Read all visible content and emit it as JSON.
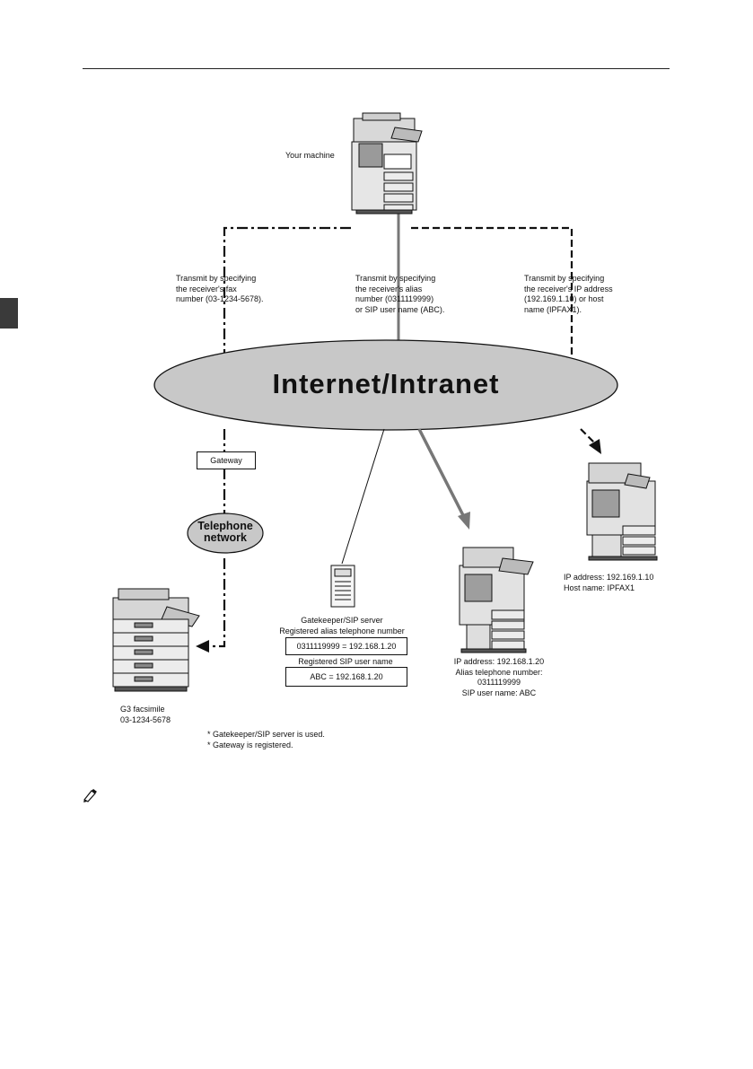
{
  "cloud": {
    "label": "Internet/Intranet",
    "fill": "#c8c8c8"
  },
  "telephone": {
    "label": "Telephone\nnetwork"
  },
  "gateway": {
    "label": "Gateway"
  },
  "your_machine": {
    "label": "Your machine"
  },
  "transmit": {
    "fax": "Transmit by specifying\nthe receiver's fax\nnumber (03-1234-5678).",
    "alias": "Transmit by specifying\nthe receiver's alias\nnumber (0311119999)\nor SIP user name (ABC).",
    "ip": "Transmit by specifying\nthe receiver's IP address\n(192.169.1.10) or host\nname (IPFAX1)."
  },
  "gatekeeper": {
    "title": "Gatekeeper/SIP server\nRegistered alias telephone number",
    "alias_entry": "0311119999 = 192.168.1.20",
    "sip_title": "Registered SIP user name",
    "sip_entry": "ABC = 192.168.1.20"
  },
  "g3": {
    "label": "G3 facsimile\n03-1234-5678"
  },
  "receiver_mid": {
    "label": "IP address: 192.168.1.20\nAlias telephone number:\n0311119999\nSIP user name: ABC"
  },
  "receiver_right": {
    "label": "IP address: 192.169.1.10\nHost name: IPFAX1"
  },
  "notes": {
    "line1": "* Gatekeeper/SIP server is used.",
    "line2": "* Gateway is registered."
  },
  "icons": [
    "note-icon",
    "printer-icon",
    "server-icon"
  ]
}
